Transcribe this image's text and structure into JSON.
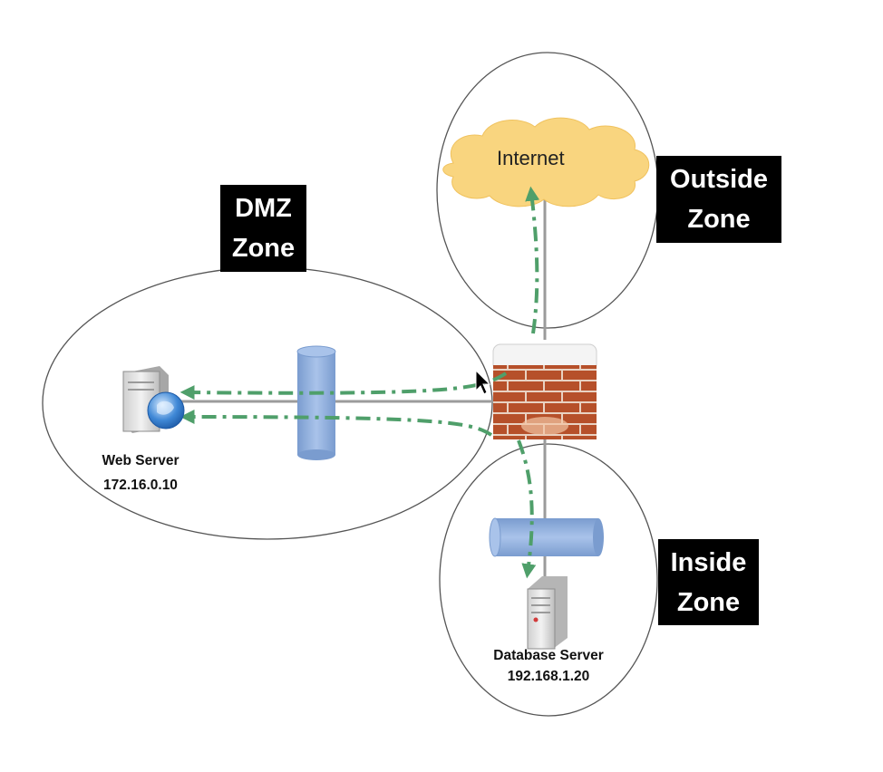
{
  "zones": {
    "dmz": {
      "line1": "DMZ",
      "line2": "Zone"
    },
    "outside": {
      "line1": "Outside",
      "line2": "Zone"
    },
    "inside": {
      "line1": "Inside",
      "line2": "Zone"
    }
  },
  "cloud": {
    "label": "Internet",
    "color": "#f9d57f"
  },
  "web_server": {
    "name": "Web Server",
    "ip": "172.16.0.10"
  },
  "db_server": {
    "name": "Database Server",
    "ip": "192.168.1.20"
  },
  "colors": {
    "traffic_arrow": "#4f9f6a",
    "link": "#9b9b9b",
    "channel": "#8fb0e0",
    "firewall_brick": "#b6502a",
    "zone_tag_bg": "#000000"
  },
  "icons": [
    "cloud-icon",
    "firewall-icon",
    "web-server-icon",
    "database-server-icon",
    "mouse-cursor-icon"
  ]
}
